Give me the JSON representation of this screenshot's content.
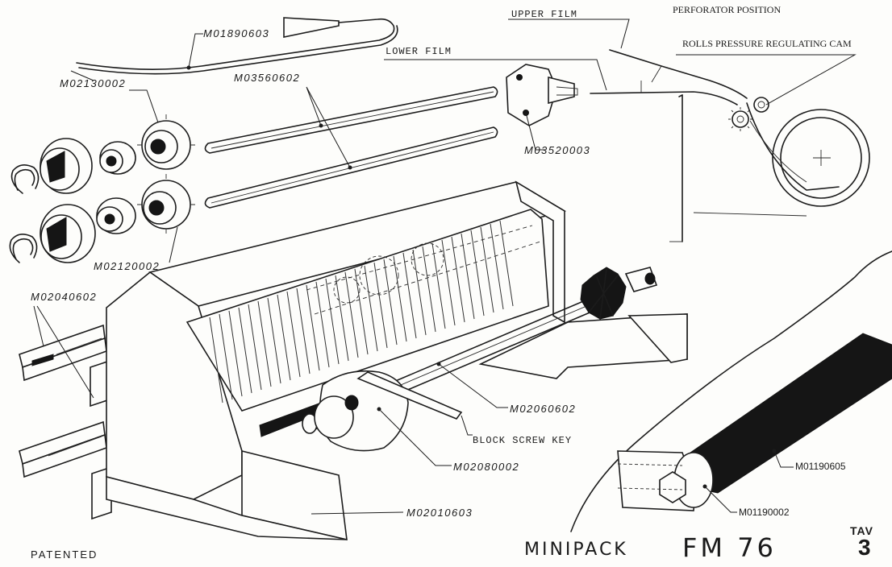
{
  "callouts": {
    "m01890603": "M01890603",
    "m02130002": "M02130002",
    "m03560602": "M03560602",
    "m03520003": "M03520003",
    "m02120002": "M02120002",
    "m02040602": "M02040602",
    "m02060602": "M02060602",
    "m02080002": "M02080002",
    "m02010603": "M02010603",
    "m01190605": "M01190605",
    "m01190002": "M01190002"
  },
  "captions": {
    "upper_film": "UPPER FILM",
    "lower_film": "LOWER FILM",
    "perforator_position": "PERFORATOR POSITION",
    "rolls_pressure_cam": "ROLLS PRESSURE REGULATING CAM",
    "block_screw_key": "BLOCK SCREW KEY"
  },
  "title_block": {
    "patented": "PATENTED",
    "product": "MINIPACK",
    "model": "FM 76",
    "tav_label": "TAV",
    "tav_number": "3"
  }
}
